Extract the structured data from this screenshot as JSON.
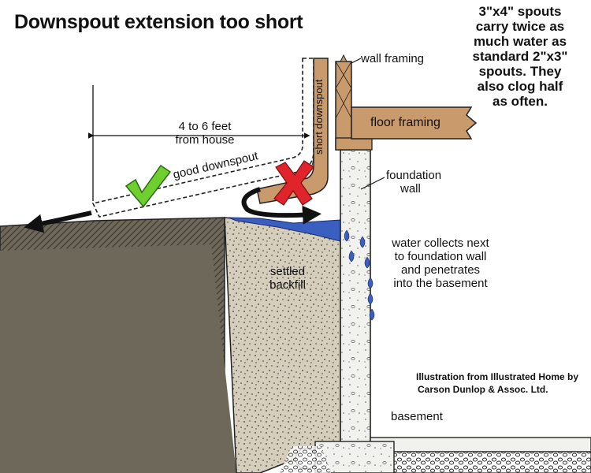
{
  "title": "Downspout extension too short",
  "note_lines": [
    "3\"x4\" spouts",
    "carry twice as",
    "much water as",
    "standard 2\"x3\"",
    "spouts.  They",
    "also clog half",
    "as often."
  ],
  "labels": {
    "wall_framing": "wall framing",
    "floor_framing": "floor framing",
    "distance": [
      "4 to 6 feet",
      "from house"
    ],
    "good_downspout": "good downspout",
    "short_downspout": "short downspout",
    "foundation_wall": [
      "foundation",
      "wall"
    ],
    "water_note": [
      "water collects next",
      "to foundation wall",
      "and penetrates",
      "into the basement"
    ],
    "settled_backfill": [
      "settled",
      "backfill"
    ],
    "basement": "basement"
  },
  "credit_lines": [
    "Illustration from Illustrated Home by",
    "Carson Dunlop & Assoc.   Ltd."
  ],
  "colors": {
    "soil": "#6e685a",
    "backfill": "#d6cebc",
    "wood": "#c99a6b",
    "water": "#3b5fc0",
    "check": "#6fcf2f",
    "cross": "#e0242c",
    "concrete": "#f1f1ee"
  },
  "icons": {
    "check": "check-mark-icon",
    "cross": "cross-mark-icon"
  }
}
